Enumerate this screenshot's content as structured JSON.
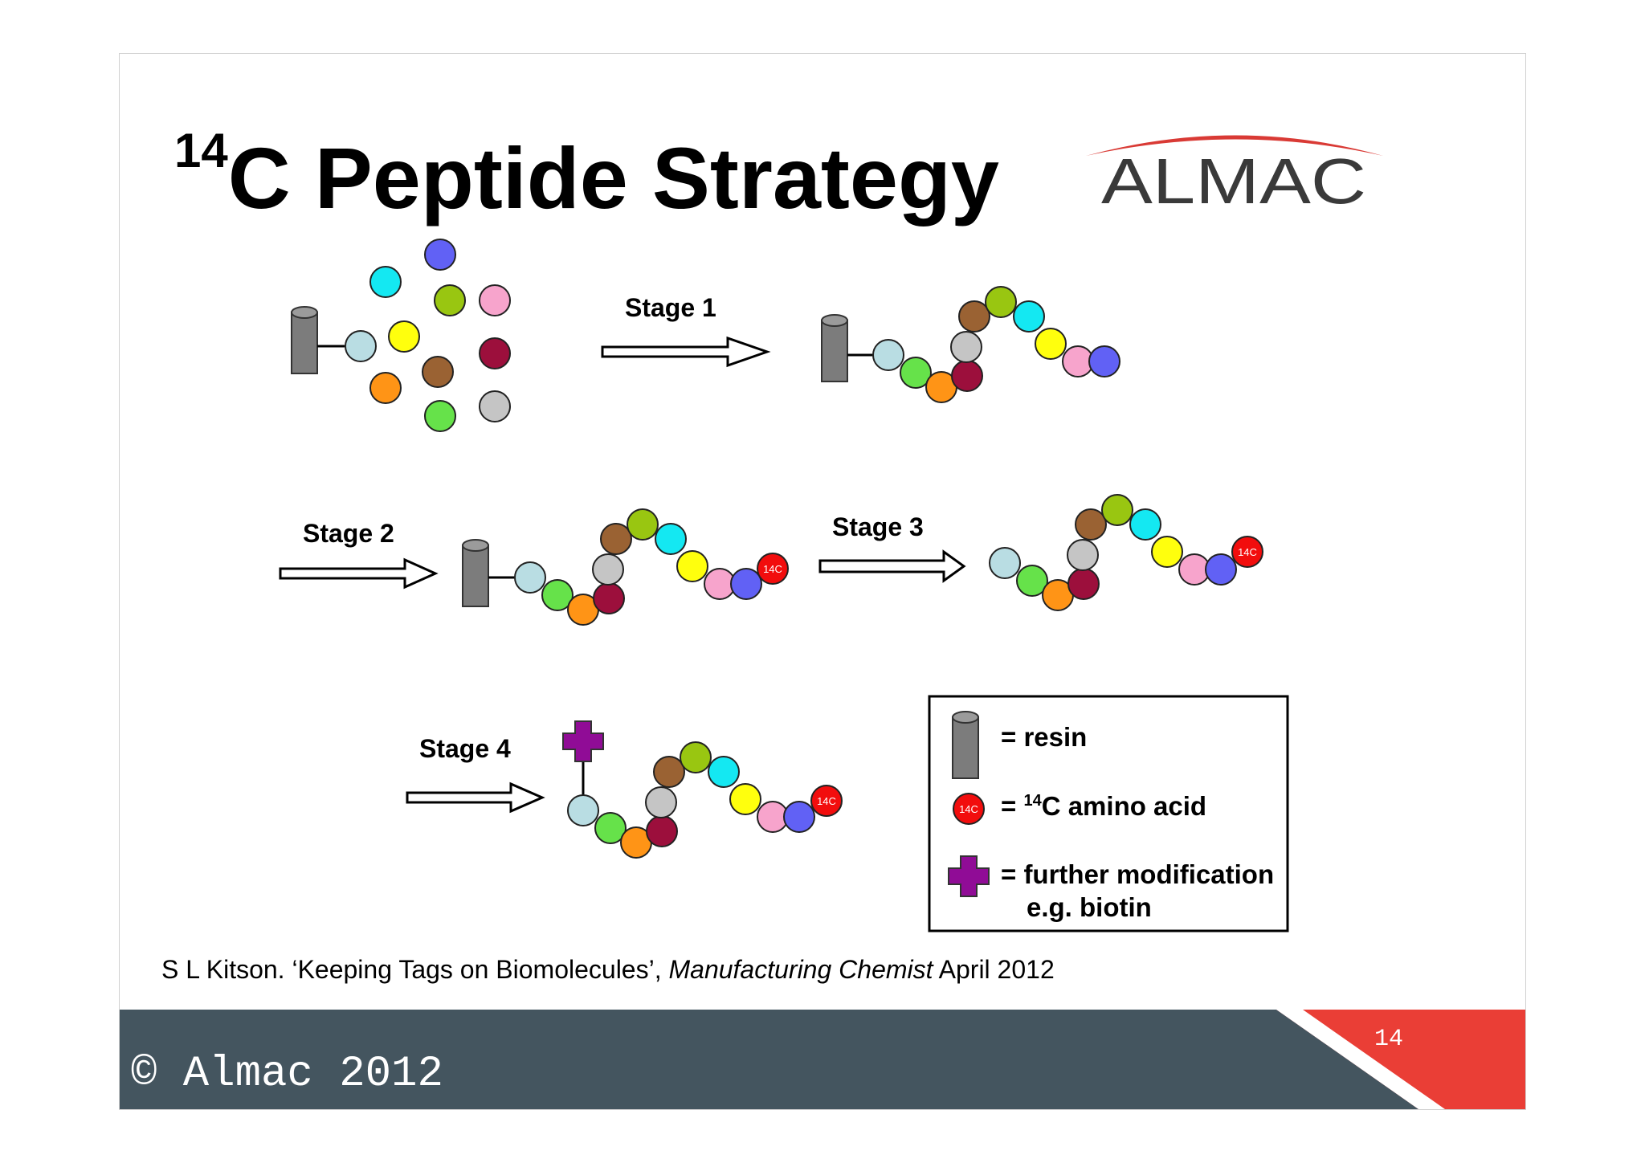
{
  "title": {
    "sup": "14",
    "main": "C Peptide Strategy"
  },
  "logo": {
    "text": "ALMAC",
    "arc_color": "#d93a35"
  },
  "stages": {
    "stage1": "Stage 1",
    "stage2": "Stage 2",
    "stage3": "Stage 3",
    "stage4": "Stage 4"
  },
  "bead_label": "14C",
  "legend": {
    "resin": "= resin",
    "amino_prefix": "= ",
    "amino_sup": "14",
    "amino_rest": "C amino acid",
    "mod_line1": "= further modification",
    "mod_line2": "e.g. biotin"
  },
  "citation": {
    "part1": "S L Kitson. ‘Keeping Tags on Biomolecules’, ",
    "journal": "Manufacturing Chemist",
    "part2": " April 2012"
  },
  "footer": {
    "copyright": "© Almac 2012",
    "page": "14"
  },
  "colors": {
    "light_blue": "#b9dde3",
    "green": "#66e24a",
    "orange": "#ff9416",
    "maroon": "#9c0f3c",
    "grey": "#c5c5c5",
    "brown": "#9a6233",
    "olive": "#99c611",
    "cyan": "#14e8f2",
    "yellow": "#ffff0d",
    "pink": "#f7a4cc",
    "blue": "#6161f5",
    "red": "#f20d0d",
    "purple": "#900c96",
    "resin": "#7c7c7c",
    "footer_dark": "#44555f",
    "footer_red": "#ea3e36"
  }
}
